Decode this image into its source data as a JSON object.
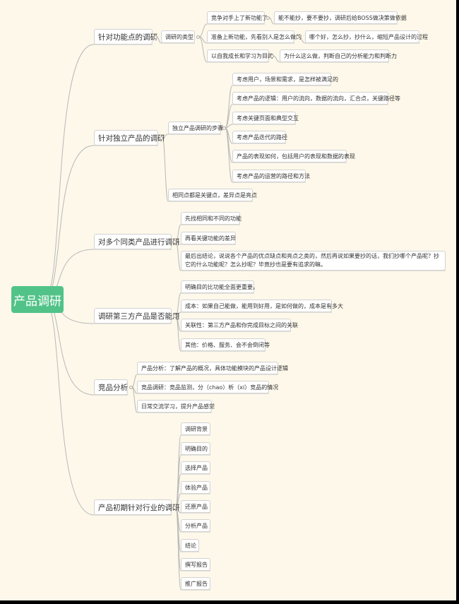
{
  "root": {
    "label": "产品调研"
  },
  "branches": [
    {
      "label": "针对功能点的调研",
      "children": [
        {
          "label": "调研的类型",
          "children": [
            {
              "label": "竞争对手上了新功能了",
              "children": [
                {
                  "label": "能不能抄，要不要抄，调研后给BOSS做决策做依据"
                }
              ]
            },
            {
              "label": "准备上新功能，先看别人是怎么做的",
              "children": [
                {
                  "label": "哪个好，怎么抄，抄什么，缩短产品设计的过程"
                }
              ]
            },
            {
              "label": "以自我成长和学习为目的",
              "children": [
                {
                  "label": "为什么这么做，判断自己的分析能力和判断力"
                }
              ]
            }
          ]
        }
      ]
    },
    {
      "label": "针对独立产品的调研",
      "children": [
        {
          "label": "独立产品调研的步骤",
          "children": [
            {
              "label": "考虑用户，场景和需求，是怎样被满足的"
            },
            {
              "label": "考虑产品的逻辑：用户的流向，数据的流向，汇合点，关键路径等"
            },
            {
              "label": "考虑关键页面和典型交互"
            },
            {
              "label": "考虑产品迭代的路径"
            },
            {
              "label": "产品的表现如何，包括用户的表现和数据的表现"
            },
            {
              "label": "考虑产品的运营的路径和方法"
            }
          ]
        },
        {
          "label": "相同点都是关键点，差异点是亮点"
        }
      ]
    },
    {
      "label": "对多个同类产品进行调研",
      "children": [
        {
          "label": "先找相同和不同的功能"
        },
        {
          "label": "再看关键功能的差异"
        },
        {
          "label": "最后出结论，说说各个产品的优点缺点和亮点之类的，然后再说如果要抄的话，我们抄哪个产品呢？抄它的什么功能呢？怎么抄呢？毕竟抄也是要有追求的嘛。"
        }
      ]
    },
    {
      "label": "调研第三方产品是否能用",
      "children": [
        {
          "label": "明确目的比功能全面更重要。"
        },
        {
          "label": "成本：如果自己能做，能用到好用，是如何做的，成本是有多大"
        },
        {
          "label": "关联性：第三方产品和你完成目标之间的关联"
        },
        {
          "label": "其他：价格、服务、会不会倒闭等"
        }
      ]
    },
    {
      "label": "竞品分析",
      "children": [
        {
          "label": "产品分析：了解产品的概况，具体功能模块的产品设计逻辑"
        },
        {
          "label": "竞品调研：竞品监测，分（chao）析（xi）竞品的情况"
        },
        {
          "label": "日常交流学习，提升产品感觉"
        }
      ]
    },
    {
      "label": "产品初期针对行业的调研",
      "children": [
        {
          "label": "调研背景"
        },
        {
          "label": "明确目的"
        },
        {
          "label": "选择产品"
        },
        {
          "label": "体验产品"
        },
        {
          "label": "还原产品"
        },
        {
          "label": "分析产品"
        },
        {
          "label": "结论"
        },
        {
          "label": "撰写报告"
        },
        {
          "label": "推广报告"
        }
      ]
    }
  ]
}
